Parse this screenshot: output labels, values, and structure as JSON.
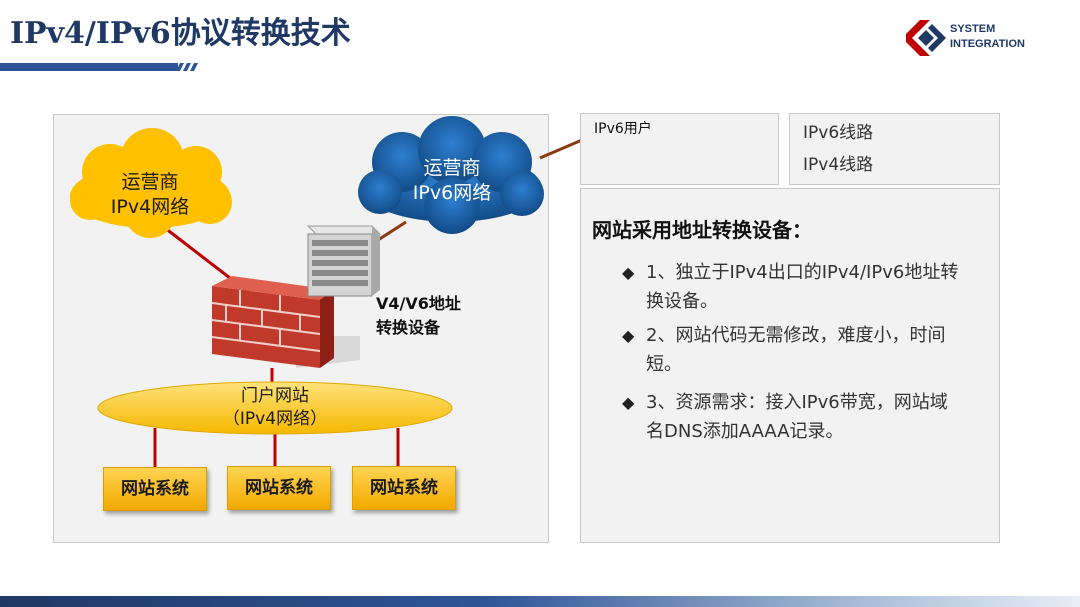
{
  "header": {
    "title": "IPv4/IPv6协议转换技术",
    "logo_line1": "SYSTEM",
    "logo_line2": "INTEGRATION",
    "logo_icon": "system-integration-logo-icon"
  },
  "diagram": {
    "cloud_ipv4": [
      "运营商",
      "IPv4网络"
    ],
    "cloud_ipv6": [
      "运营商",
      "IPv6网络"
    ],
    "device_label": [
      "V4/V6地址",
      "转换设备"
    ],
    "portal_label": [
      "门户网站",
      "（IPv4网络）"
    ],
    "systems": [
      "网站系统",
      "网站系统",
      "网站系统"
    ]
  },
  "ipv6_user": {
    "label": "IPv6用户"
  },
  "legend": {
    "items": [
      {
        "label": "IPv6线路",
        "color": "#8b3a12"
      },
      {
        "label": "IPv4线路",
        "color": "#c00000"
      }
    ]
  },
  "solution": {
    "heading": "网站采用地址转换设备：",
    "bullets": [
      "1、独立于IPv4出口的IPv4/IPv6地址转换设备。",
      "2、网站代码无需修改，难度小，时间短。",
      "3、资源需求：接入IPv6带宽，网站域名DNS添加AAAA记录。"
    ]
  },
  "colors": {
    "title": "#1f3864",
    "ipv4_line": "#c00000",
    "ipv6_line": "#8b3a12",
    "cloud_ipv4": "#ffc000",
    "cloud_ipv6": "#1f5fa3",
    "system_box": "#f2a900"
  }
}
